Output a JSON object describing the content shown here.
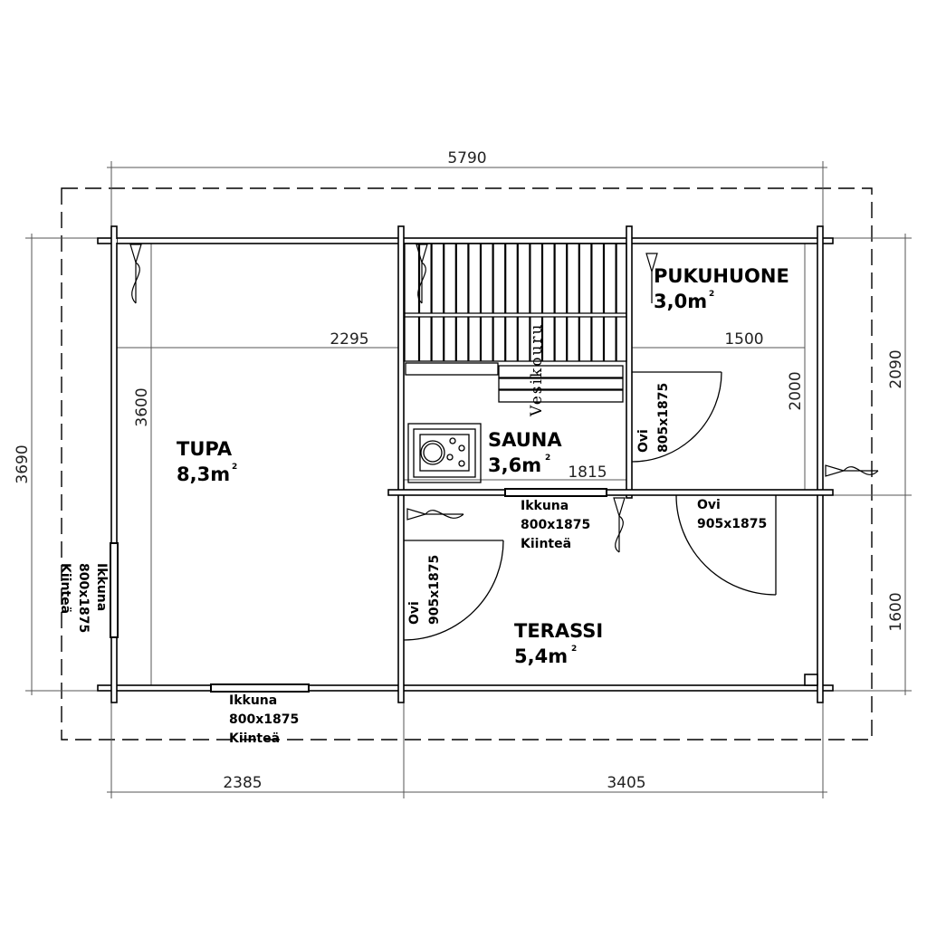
{
  "dimensions": {
    "total_width": "5790",
    "total_depth": "3690",
    "left_width": "2385",
    "right_width": "3405",
    "right_upper": "2090",
    "right_lower": "1600",
    "tupa_width": "2295",
    "tupa_depth": "3600",
    "puku_width": "1500",
    "puku_depth": "2000",
    "sauna_width": "1815"
  },
  "rooms": {
    "tupa": {
      "name": "TUPA",
      "area": "8,3m",
      "unit": "2"
    },
    "sauna": {
      "name": "SAUNA",
      "area": "3,6m",
      "unit": "2"
    },
    "pukuhuone": {
      "name": "PUKUHUONE",
      "area": "3,0m",
      "unit": "2"
    },
    "terassi": {
      "name": "TERASSI",
      "area": "5,4m",
      "unit": "2"
    }
  },
  "labels": {
    "gutter": "Vesikouru",
    "window_left": [
      "Ikkuna",
      "800x1875",
      "Kiinteä"
    ],
    "window_bottom": [
      "Ikkuna",
      "800x1875",
      "Kiinteä"
    ],
    "window_sauna": [
      "Ikkuna",
      "800x1875",
      "Kiinteä"
    ],
    "door_sauna": [
      "Ovi",
      "805x1875"
    ],
    "door_puku": [
      "Ovi",
      "905x1875"
    ],
    "door_tupa": [
      "Ovi",
      "905x1875"
    ]
  }
}
